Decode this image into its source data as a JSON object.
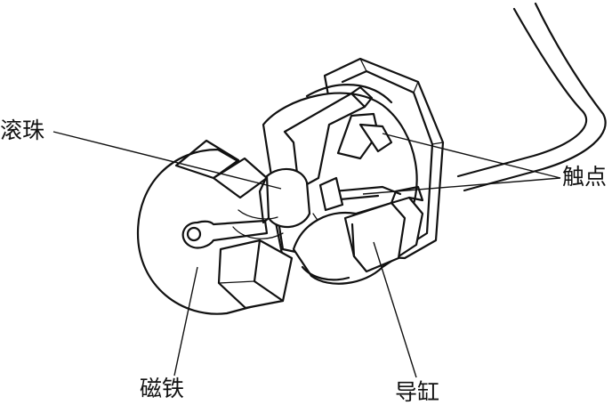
{
  "labels": {
    "ball": "滚珠",
    "contact": "触点",
    "magnet": "磁铁",
    "cylinder": "导缸"
  },
  "colors": {
    "ink": "#111111",
    "paper": "#ffffff"
  }
}
